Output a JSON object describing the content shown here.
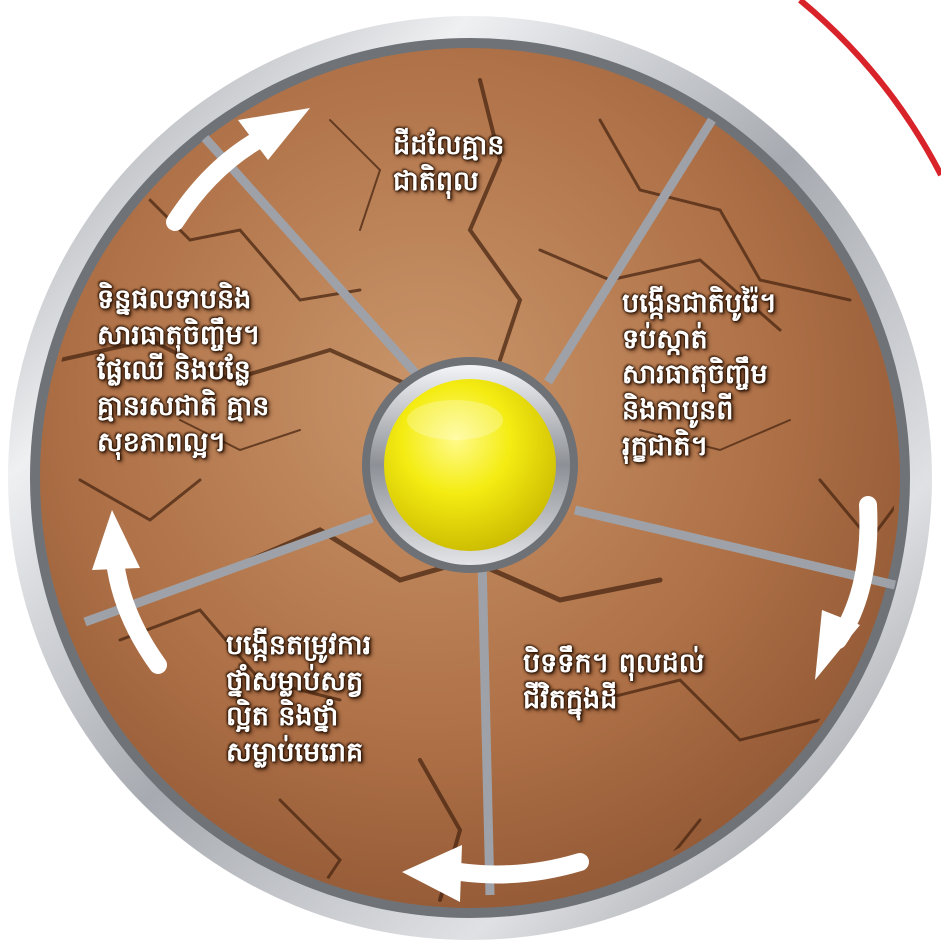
{
  "colors": {
    "accent_red": "#d8232a",
    "hub_yellow": "#f2ea0a",
    "soil": "#b8774b",
    "rim_silver": "#b9bcc1",
    "arrow": "#ffffff"
  },
  "diagram": {
    "segments": [
      {
        "lines": [
          "ដីដលែគ្មាន",
          "ជាតិពុល"
        ]
      },
      {
        "lines": [
          "បង្កើនជាតិបូរ៉ៃ។",
          "ទប់ស្កាត់",
          "សារធាតុចិញ្ចឹម",
          "និងកាបូនពី",
          "រុក្ខជាតិ។"
        ]
      },
      {
        "lines": [
          "បិទទឹក។ ពុលដល់",
          "ជីវិតក្នុងដី"
        ]
      },
      {
        "lines": [
          "បង្កើនតម្រូវការ",
          "ថ្នាំសម្លាប់សត្វ",
          "ល្អិត និងថ្នាំ",
          "សម្លាប់មេរោគ"
        ]
      },
      {
        "lines": [
          "ទិន្នផលទាបនិង",
          "សារធាតុចិញ្ចឹម។",
          "ផ្លែឈើ និងបន្លែ",
          "គ្មានរសជាតិ គ្មាន",
          "សុខភាពល្អ។"
        ]
      }
    ],
    "arrow_icons": [
      "curved-arrow-icon",
      "curved-arrow-icon",
      "curved-arrow-icon",
      "curved-arrow-icon"
    ]
  }
}
